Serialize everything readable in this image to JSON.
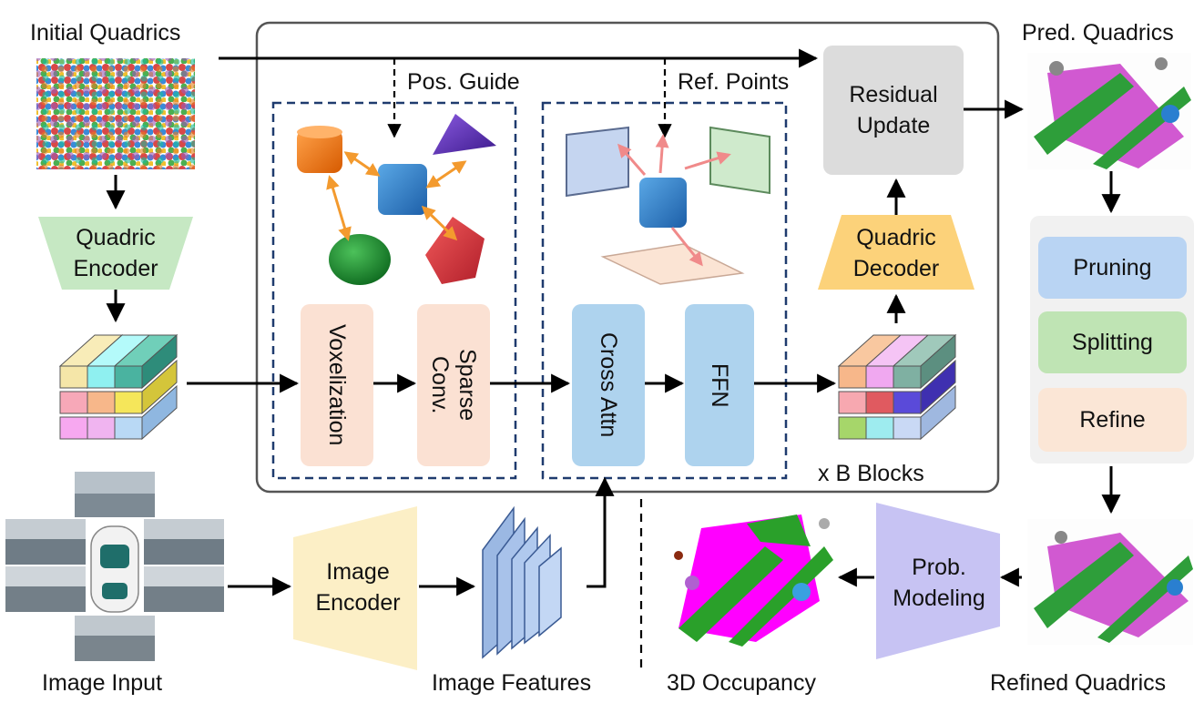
{
  "labels": {
    "initial_quadrics": "Initial Quadrics",
    "pred_quadrics": "Pred. Quadrics",
    "pos_guide": "Pos. Guide",
    "ref_points": "Ref. Points",
    "x_b_blocks": "x B Blocks",
    "image_input": "Image Input",
    "image_features": "Image Features",
    "occupancy_3d": "3D Occupancy",
    "refined_quadrics": "Refined Quadrics"
  },
  "modules": {
    "quadric_encoder": "Quadric\nEncoder",
    "voxelization": "Voxelization",
    "sparse_conv": "Sparse\nConv.",
    "cross_attn": "Cross Attn",
    "ffn": "FFN",
    "quadric_decoder": "Quadric\nDecoder",
    "residual_update": "Residual\nUpdate",
    "pruning": "Pruning",
    "splitting": "Splitting",
    "refine": "Refine",
    "image_encoder": "Image\nEncoder",
    "prob_modeling": "Prob.\nModeling"
  },
  "colors": {
    "encoder_green": "#c6e8c3",
    "voxel_peach": "#fbe1d3",
    "attn_blue": "#aed3ee",
    "decoder_orange": "#fcd27a",
    "residual_grey": "#dcdcdc",
    "pruning_blue": "#b9d4f3",
    "splitting_green": "#bfe4b4",
    "refine_peach": "#fbe6d6",
    "image_encoder_yellow": "#fcefc6",
    "prob_purple": "#c7c3f3",
    "dashed_navy": "#1f3b6e"
  }
}
